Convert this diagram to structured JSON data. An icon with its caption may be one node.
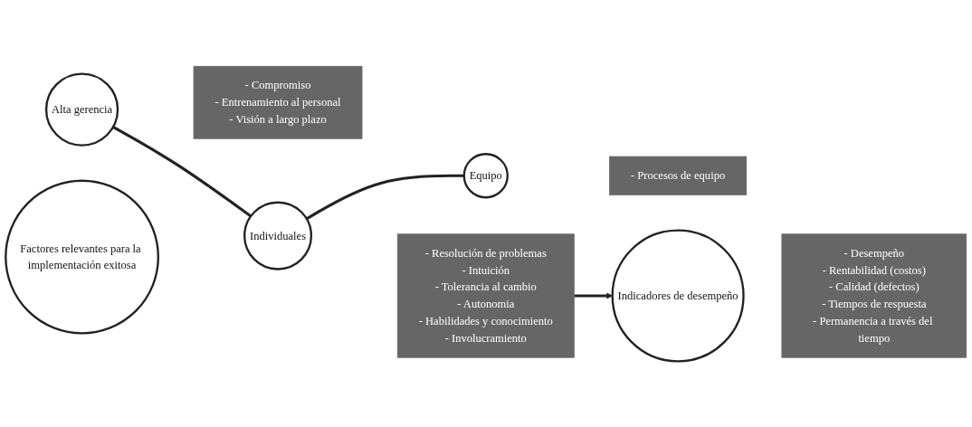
{
  "diagram": {
    "nodes": [
      {
        "text": [
          "Factores relevantes para la implementación exitosa"
        ]
      },
      {
        "text": [
          "Alta gerencia"
        ]
      },
      {
        "text": [
          "- Compromiso",
          "- Entrenamiento al personal",
          "- Visión a largo plazo"
        ]
      },
      {
        "text": [
          "Individuales"
        ]
      },
      {
        "text": [
          "- Resolución de problemas",
          "- Intuición",
          "- Tolerancia al cambio",
          "- Autonomia",
          "- Habilidades y conocimiento",
          "- Involucramiento"
        ]
      },
      {
        "text": [
          "Equipo"
        ]
      },
      {
        "text": [
          "- Procesos de equipo"
        ]
      },
      {
        "text": [
          "Indicadores de desempeño"
        ]
      },
      {
        "text": [
          "- Desempeño",
          "- Rentabilidad (costos)",
          "- Calidad (defectos)",
          "- Tiempos de respuesta",
          "- Permanencia a través del tiempo"
        ]
      }
    ],
    "edges": [
      {
        "from": 1,
        "to": 3,
        "arrow": "none"
      },
      {
        "from": 3,
        "to": 5,
        "arrow": "none"
      },
      {
        "from": 4,
        "to": 7,
        "arrow": "to"
      }
    ]
  }
}
